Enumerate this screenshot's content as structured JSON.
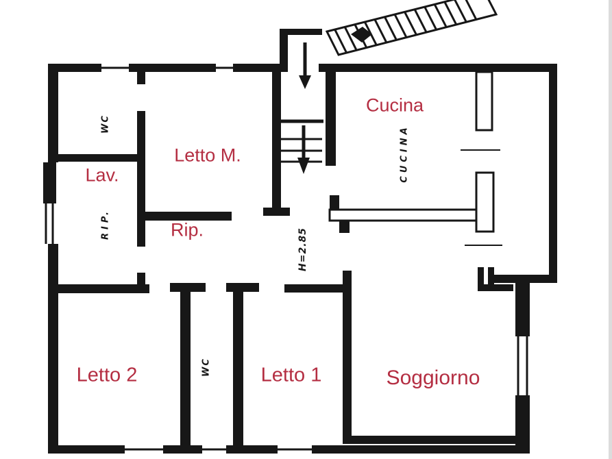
{
  "floorplan": {
    "rooms": [
      {
        "id": "cucina",
        "label": "Cucina"
      },
      {
        "id": "letto-m",
        "label": "Letto M."
      },
      {
        "id": "lav",
        "label": "Lav."
      },
      {
        "id": "rip",
        "label": "Rip."
      },
      {
        "id": "letto-2",
        "label": "Letto 2"
      },
      {
        "id": "letto-1",
        "label": "Letto 1"
      },
      {
        "id": "soggiorno",
        "label": "Soggiorno"
      }
    ],
    "annotations": [
      {
        "id": "wc-upper",
        "label": "WC"
      },
      {
        "id": "rip-handwritten",
        "label": "RIP."
      },
      {
        "id": "wc-lower",
        "label": "WC"
      },
      {
        "id": "cucina-handwritten",
        "label": "CUCINA"
      },
      {
        "id": "ceiling-height",
        "label": "H=2.85"
      }
    ],
    "colors": {
      "room_label": "#b42e42",
      "ink": "#171717",
      "background": "#ffffff"
    }
  }
}
